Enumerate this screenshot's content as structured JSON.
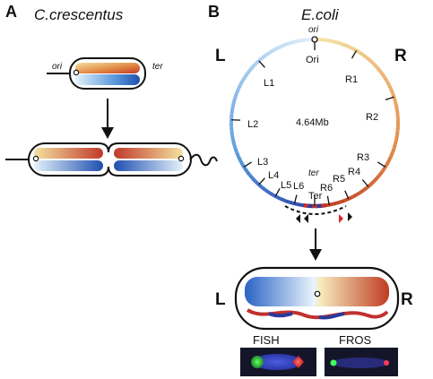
{
  "panel_a": {
    "letter": "A",
    "title": "C.crescentus",
    "ori_label": "ori",
    "ter_label": "ter"
  },
  "panel_b": {
    "letter": "B",
    "title": "E.coli",
    "ori_italic": "ori",
    "ori_label": "Ori",
    "genome_size": "4.64Mb",
    "ter_italic": "ter",
    "ter_label": "Ter",
    "left_arm": "L",
    "right_arm": "R",
    "loci_left": [
      "L1",
      "L2",
      "L3",
      "L4",
      "L5",
      "L6"
    ],
    "loci_right": [
      "R1",
      "R2",
      "R3",
      "R4",
      "R5",
      "R6"
    ],
    "cell_left": "L",
    "cell_right": "R",
    "fish_label": "FISH",
    "fros_label": "FROS"
  },
  "colors": {
    "ori_yellow": "#f3e2a0",
    "light_blue": "#d8ecf8",
    "blue": "#2d6bc4",
    "orange": "#e07b3a",
    "red": "#c0392b",
    "dark_blue": "#2a3a9a",
    "microscopy_bg": "#15152a"
  }
}
